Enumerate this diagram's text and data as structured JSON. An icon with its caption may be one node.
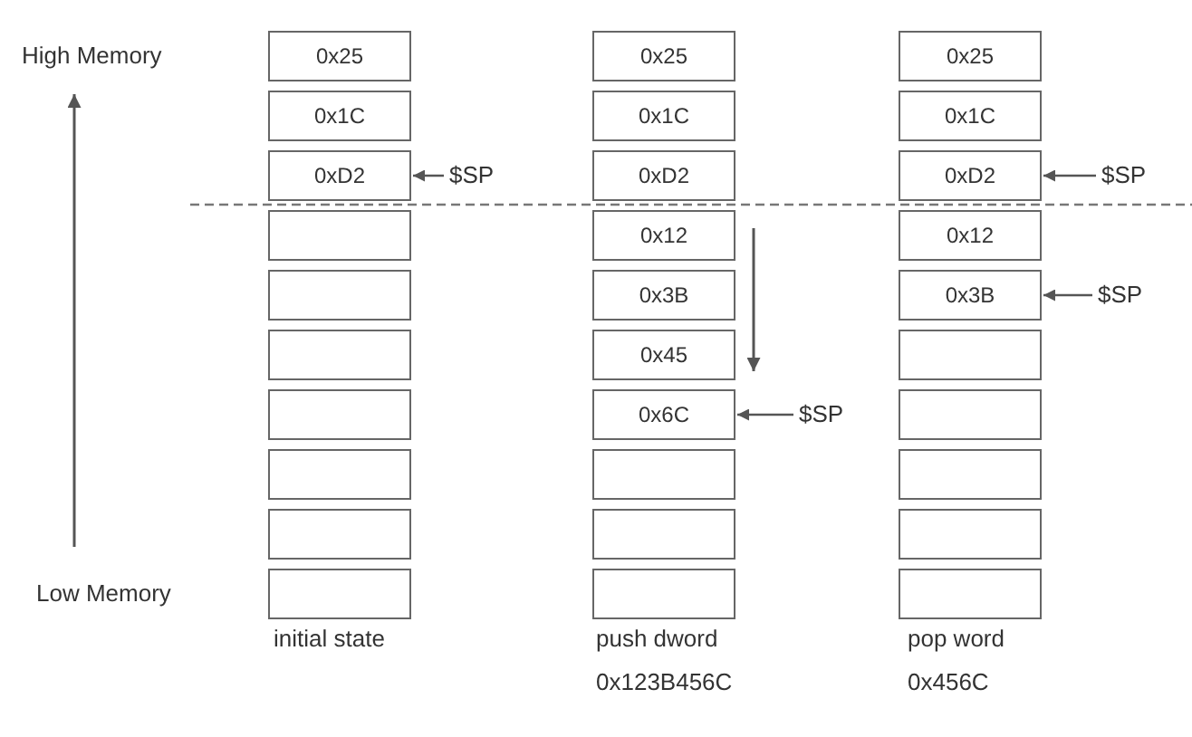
{
  "diagram": {
    "nodes": [
      {
        "text": [
          "0x25"
        ]
      },
      {
        "text": [
          "0x1C"
        ]
      },
      {
        "text": [
          "0xD2"
        ]
      },
      {
        "text": [],
        "shape": "box"
      },
      {
        "text": [],
        "shape": "box"
      },
      {
        "text": [],
        "shape": "box"
      },
      {
        "text": [],
        "shape": "box"
      },
      {
        "text": [],
        "shape": "box"
      },
      {
        "text": [],
        "shape": "box"
      },
      {
        "text": [],
        "shape": "box"
      },
      {
        "text": [
          "0x25"
        ]
      },
      {
        "text": [
          "0x1C"
        ]
      },
      {
        "text": [
          "0xD2"
        ]
      },
      {
        "text": [
          "0x12"
        ]
      },
      {
        "text": [
          "0x3B"
        ]
      },
      {
        "text": [
          "0x45"
        ]
      },
      {
        "text": [
          "0x6C"
        ]
      },
      {
        "text": [],
        "shape": "box"
      },
      {
        "text": [],
        "shape": "box"
      },
      {
        "text": [],
        "shape": "box"
      },
      {
        "text": [
          "0x25"
        ]
      },
      {
        "text": [
          "0x1C"
        ]
      },
      {
        "text": [
          "0xD2"
        ]
      },
      {
        "text": [
          "0x12"
        ]
      },
      {
        "text": [
          "0x3B"
        ]
      },
      {
        "text": [],
        "shape": "box"
      },
      {
        "text": [],
        "shape": "box"
      },
      {
        "text": [],
        "shape": "box"
      },
      {
        "text": [],
        "shape": "box"
      },
      {
        "text": [],
        "shape": "box"
      },
      {
        "text": [
          "$SP"
        ]
      },
      {
        "text": [
          "$SP"
        ]
      },
      {
        "text": [
          "$SP"
        ]
      },
      {
        "text": [
          "$SP"
        ]
      }
    ],
    "edges": [
      {
        "from": 30,
        "to": 2,
        "arrow": "to"
      },
      {
        "from": 31,
        "to": 16,
        "arrow": "to"
      },
      {
        "from": 32,
        "to": 22,
        "arrow": "to"
      },
      {
        "from": 33,
        "to": 24,
        "arrow": "to"
      }
    ],
    "labels": [
      "High Memory",
      "Low Memory",
      "initial state",
      "push dword",
      "pop word",
      "0x123B456C",
      "0x456C"
    ]
  }
}
